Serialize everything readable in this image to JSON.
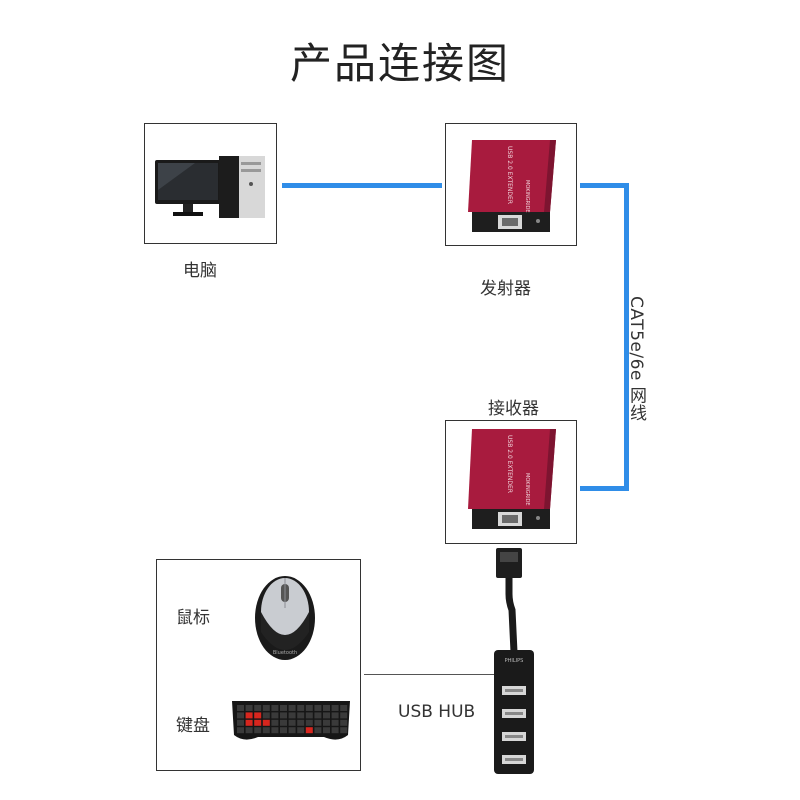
{
  "title": "产品连接图",
  "nodes": {
    "computer": "电脑",
    "transmitter": "发射器",
    "receiver": "接收器",
    "mouse": "鼠标",
    "keyboard": "键盘",
    "usb_hub": "USB HUB"
  },
  "cable_label": "CAT5e/6e 网线",
  "device_print": {
    "model": "USB 2.0 EXTENDER",
    "brand": "MOKINGRIDE",
    "hub_brand": "PHILIPS",
    "mouse_brand": "Bluetooth"
  },
  "colors": {
    "cable": "#2f8de8",
    "extender_body": "#b01e44",
    "border": "#333333"
  },
  "icons": [
    "desktop-computer-icon",
    "extender-device-icon",
    "mouse-icon",
    "keyboard-icon",
    "usb-hub-icon"
  ]
}
